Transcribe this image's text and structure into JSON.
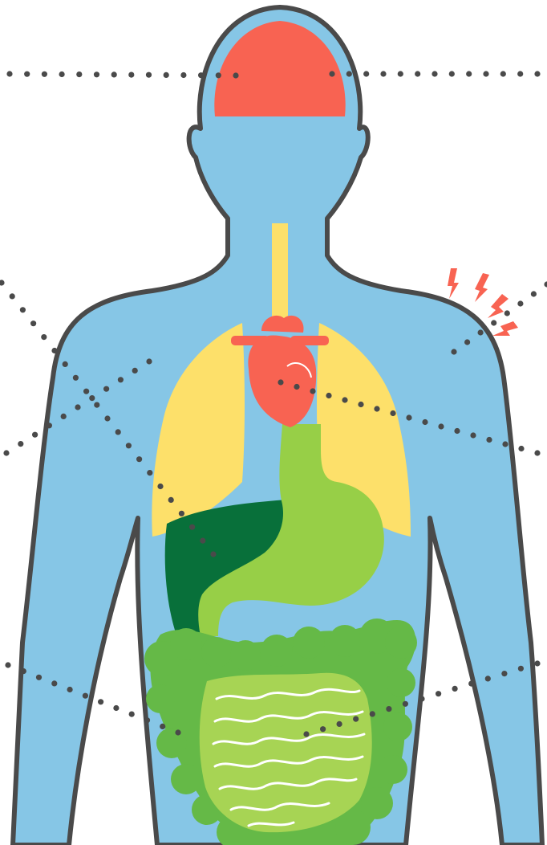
{
  "title": "",
  "colors": {
    "background": "#ffffff",
    "body": "#86c6e6",
    "outline": "#4a4a4a",
    "brain": "#f86352",
    "heart": "#f86352",
    "pain_bolts": "#f86352",
    "lungs": "#fde06a",
    "trachea": "#fde06a",
    "liver": "#08703a",
    "stomach": "#97cf47",
    "large_intestine": "#65b947",
    "small_intestine": "#a7d454",
    "leader_dots": "#4a4a4a"
  },
  "organs": [
    {
      "id": "brain",
      "icon": "brain-icon"
    },
    {
      "id": "trachea",
      "icon": "trachea-icon"
    },
    {
      "id": "lungs",
      "icon": "lungs-icon"
    },
    {
      "id": "heart",
      "icon": "heart-icon"
    },
    {
      "id": "liver",
      "icon": "liver-icon"
    },
    {
      "id": "stomach",
      "icon": "stomach-icon"
    },
    {
      "id": "large_intestine",
      "icon": "colon-icon"
    },
    {
      "id": "small_intestine",
      "icon": "small-intestine-icon"
    }
  ],
  "markers": [
    {
      "id": "shoulder_pain",
      "icon": "lightning-bolt-icon"
    }
  ]
}
